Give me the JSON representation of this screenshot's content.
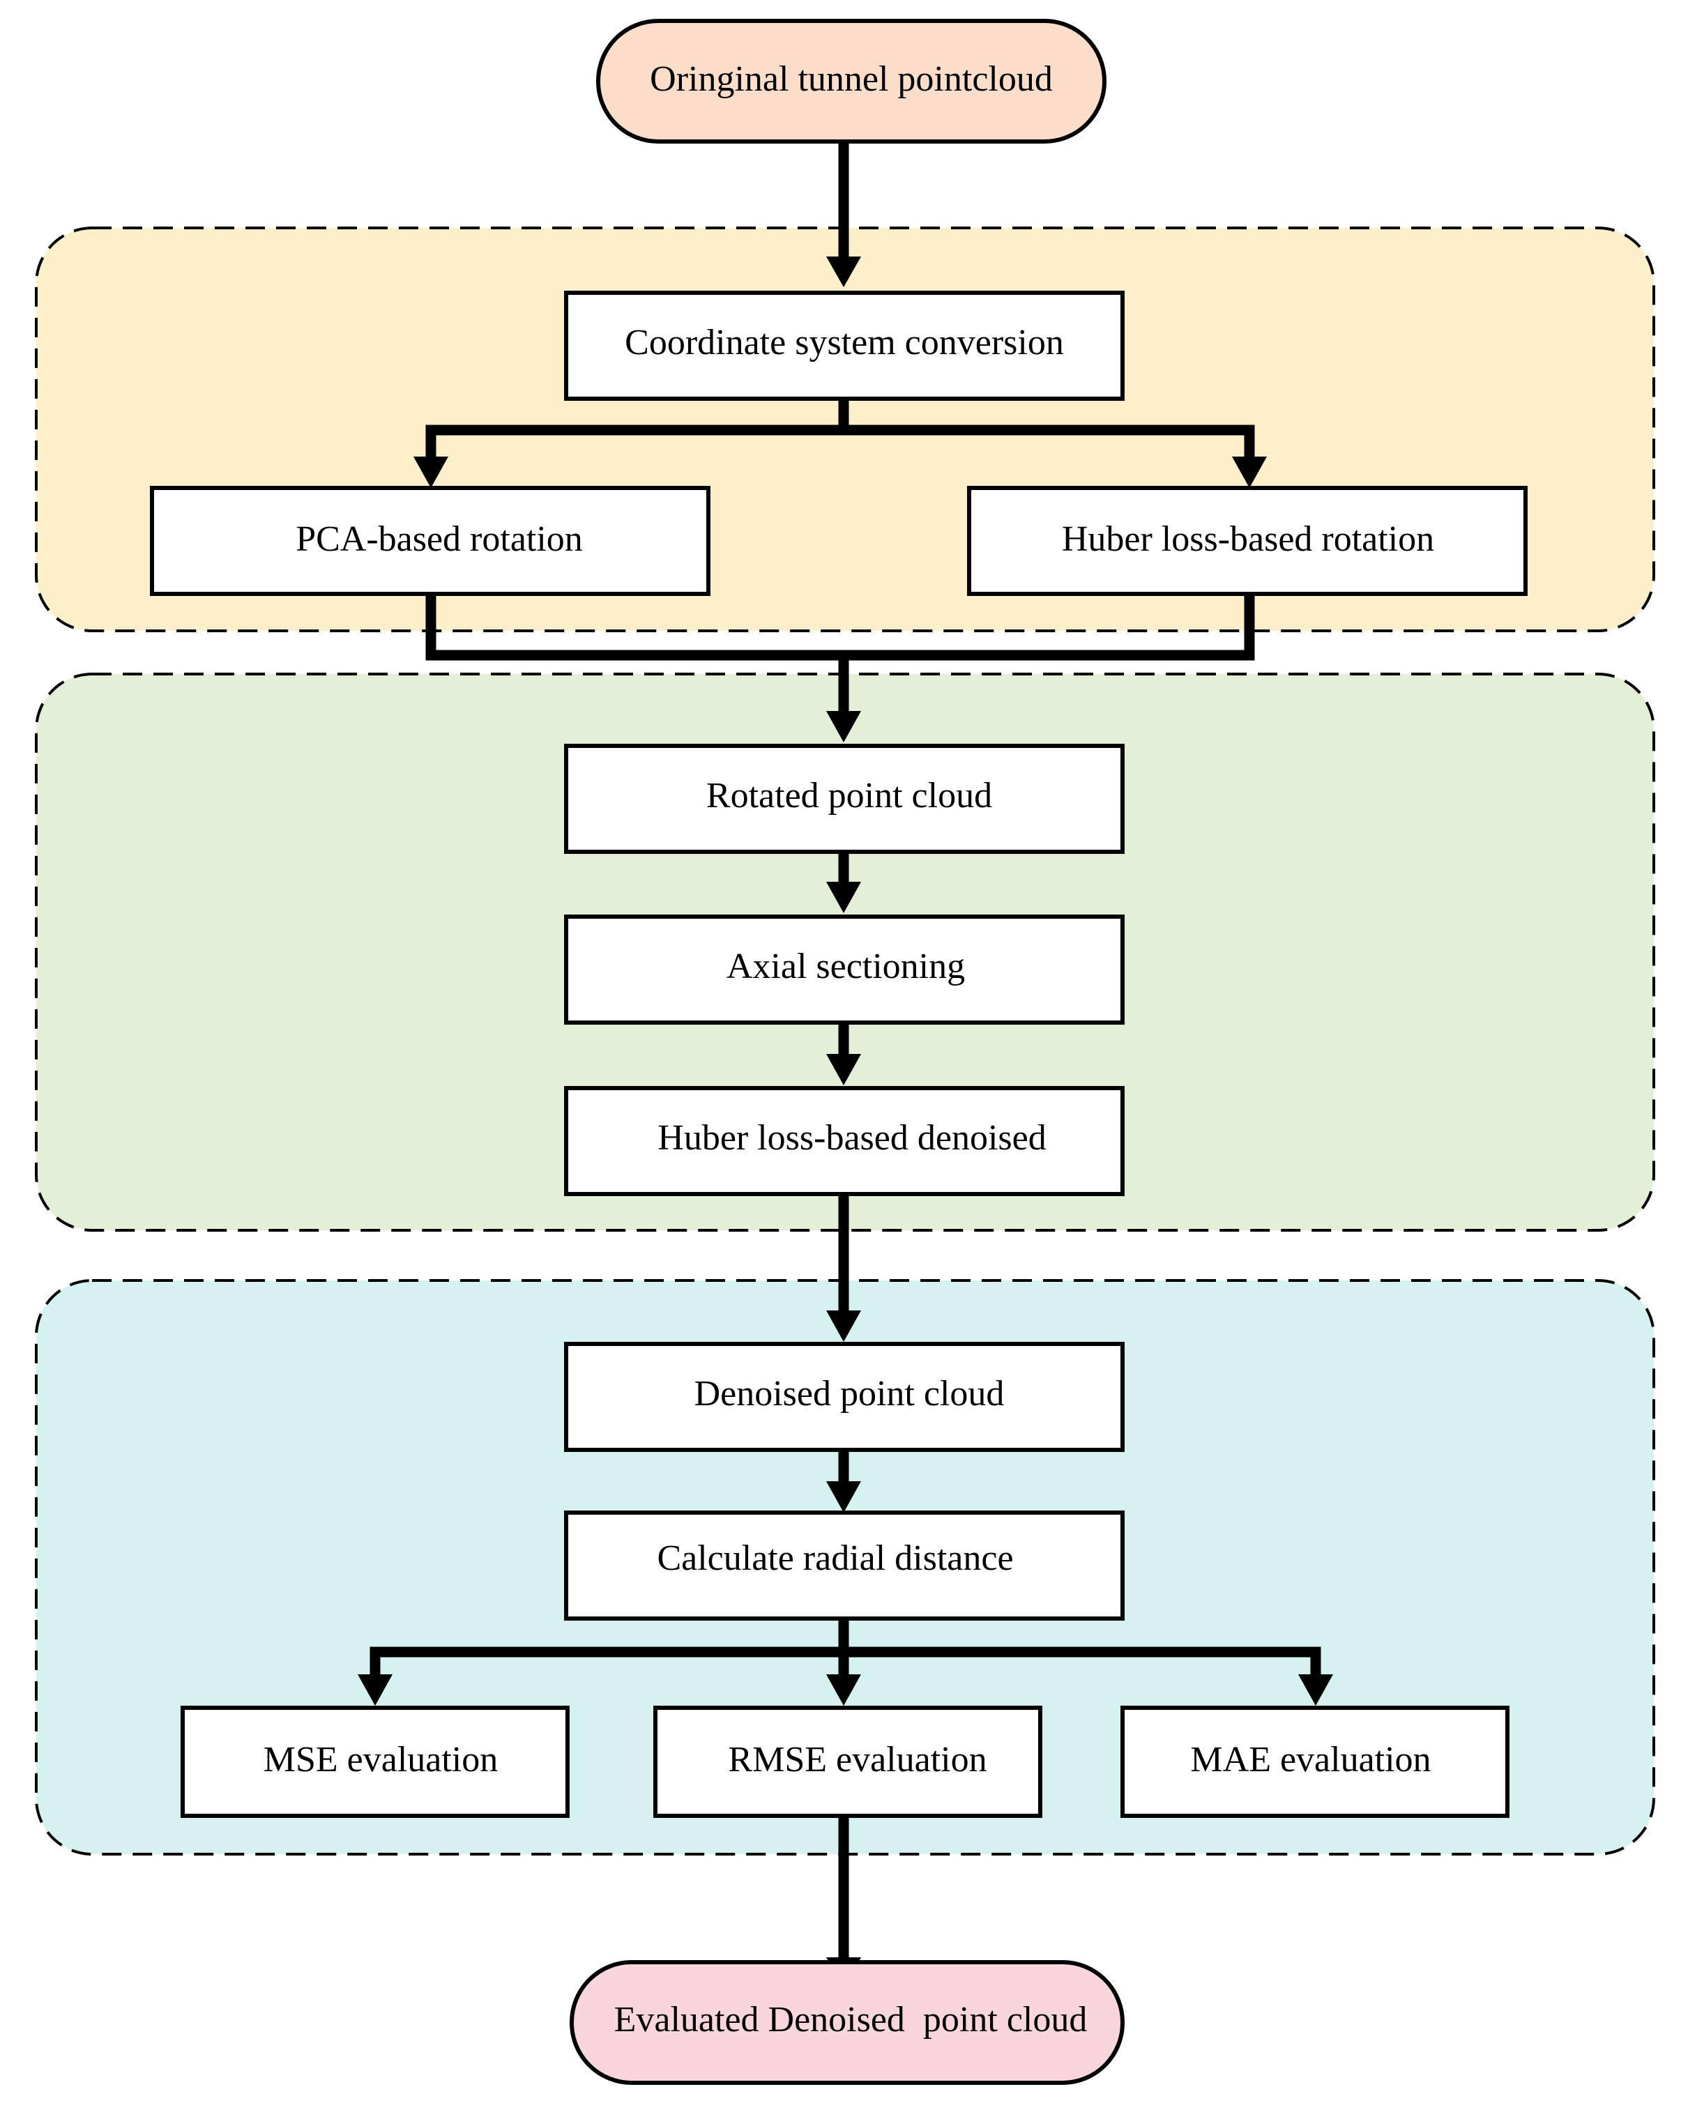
{
  "diagram": {
    "start": "Oringinal tunnel pointcloud",
    "stage1": {
      "coordinate_conversion": "Coordinate system conversion",
      "pca_rotation": "PCA-based rotation",
      "huber_rotation": "Huber loss-based rotation"
    },
    "stage2": {
      "rotated_point_cloud": "Rotated point cloud",
      "axial_sectioning": "Axial sectioning",
      "huber_denoised": "Huber loss-based denoised"
    },
    "stage3": {
      "denoised_point_cloud": "Denoised point cloud",
      "radial_distance": "Calculate radial distance",
      "mse": "MSE evaluation",
      "rmse": "RMSE evaluation",
      "mae": "MAE evaluation"
    },
    "end": "Evaluated Denoised  point cloud"
  },
  "colors": {
    "stage1_fill": "#fdefca",
    "stage2_fill": "#e4efd8",
    "stage3_fill": "#d5f2f1",
    "start_fill": "#fbddc9",
    "end_fill": "#f8d6dc",
    "stroke": "#000000"
  }
}
